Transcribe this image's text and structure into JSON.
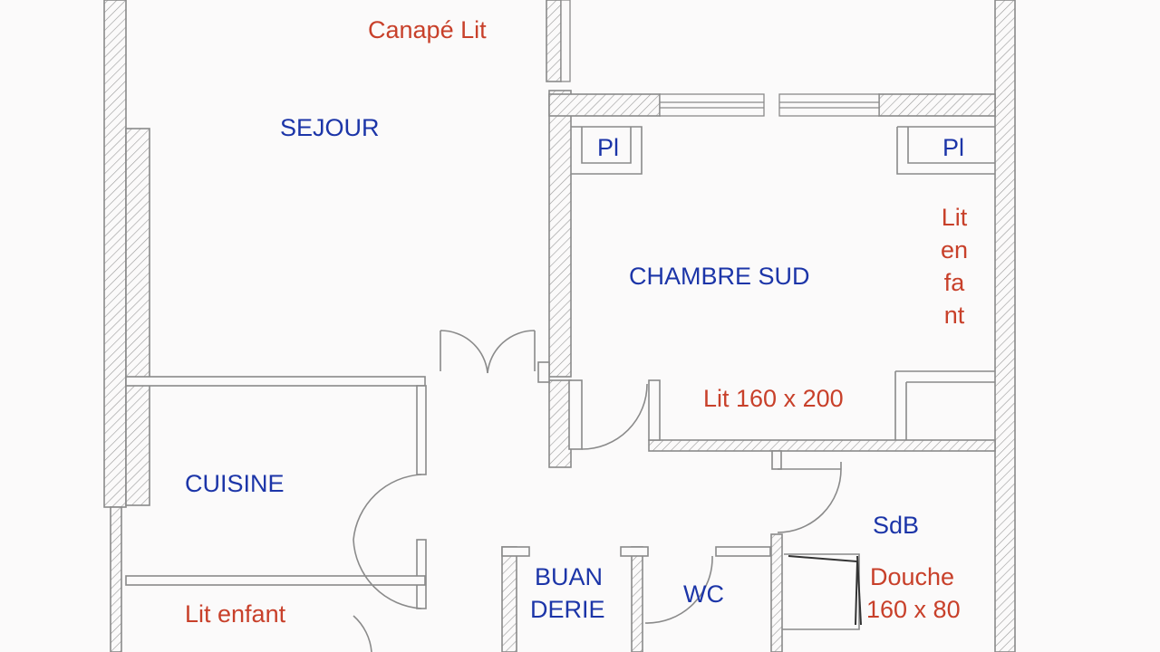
{
  "colors": {
    "room_label": "#1c35a8",
    "furniture_label": "#c8402a",
    "wall_stroke": "#8a8a8a",
    "hatch": "#9a9a9a",
    "background": "#fbfafa"
  },
  "rooms": {
    "sejour": "SEJOUR",
    "chambre_sud": "CHAMBRE SUD",
    "cuisine": "CUISINE",
    "buanderie_line1": "BUAN",
    "buanderie_line2": "DERIE",
    "wc": "WC",
    "sdb": "SdB",
    "placard_left": "Pl",
    "placard_right": "Pl"
  },
  "furniture": {
    "canape_lit": "Canapé Lit",
    "lit_enfant_vertical": [
      "Lit",
      "en",
      "fa",
      "nt"
    ],
    "lit_double": "Lit 160 x 200",
    "lit_enfant": "Lit enfant",
    "douche_line1": "Douche",
    "douche_line2": "160 x 80"
  }
}
